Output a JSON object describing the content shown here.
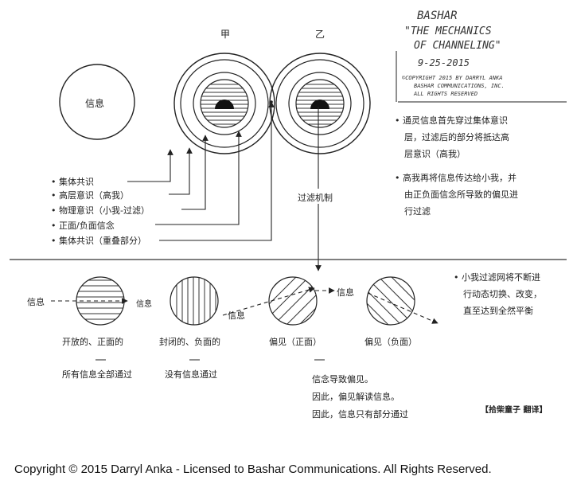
{
  "header": {
    "label_jia": "甲",
    "label_yi": "乙",
    "info_circle": "信息"
  },
  "signature": {
    "name": "BASHAR",
    "title_line1": "\"THE MECHANICS",
    "title_line2": "OF CHANNELING\"",
    "date": "9-25-2015",
    "copy_line1": "©COPYRIGHT 2015 BY DARRYL ANKA",
    "copy_line2": "BASHAR COMMUNICATIONS, INC.",
    "copy_line3": "ALL RIGHTS RESERVED"
  },
  "left_list": [
    "集体共识",
    "高层意识（高我）",
    "物理意识（小我-过滤）",
    "正面/负面信念",
    "集体共识（重叠部分）"
  ],
  "filter_label": "过滤机制",
  "right_notes": {
    "note1_l1": "通灵信息首先穿过集体意识",
    "note1_l2": "层，过滤后的部分将抵达高",
    "note1_l3": "层意识（高我）",
    "note2_l1": "高我再将信息传达给小我，并",
    "note2_l2": "由正负面信念所导致的偏见进",
    "note2_l3": "行过滤",
    "note3_l1": "小我过滤网将不断进",
    "note3_l2": "行动态切换、改变，",
    "note3_l3": "直至达到全然平衡"
  },
  "lower": {
    "info_a": "信息",
    "info_b": "信息",
    "info_c": "信息",
    "info_d": "信息",
    "cap_open": "开放的、正面的",
    "cap_closed": "封闭的、负面的",
    "cap_bias_pos": "偏见（正面）",
    "cap_bias_neg": "偏见（负面）",
    "sub_open": "所有信息全部通过",
    "sub_closed": "没有信息通过",
    "belief_l1": "信念导致偏见。",
    "belief_l2": "因此，偏见解读信息。",
    "belief_l3": "因此，信息只有部分通过",
    "translator": "【拾柴童子 翻译】"
  },
  "footer": "Copyright © 2015 Darryl Anka - Licensed to Bashar Communications.  All Rights Reserved."
}
